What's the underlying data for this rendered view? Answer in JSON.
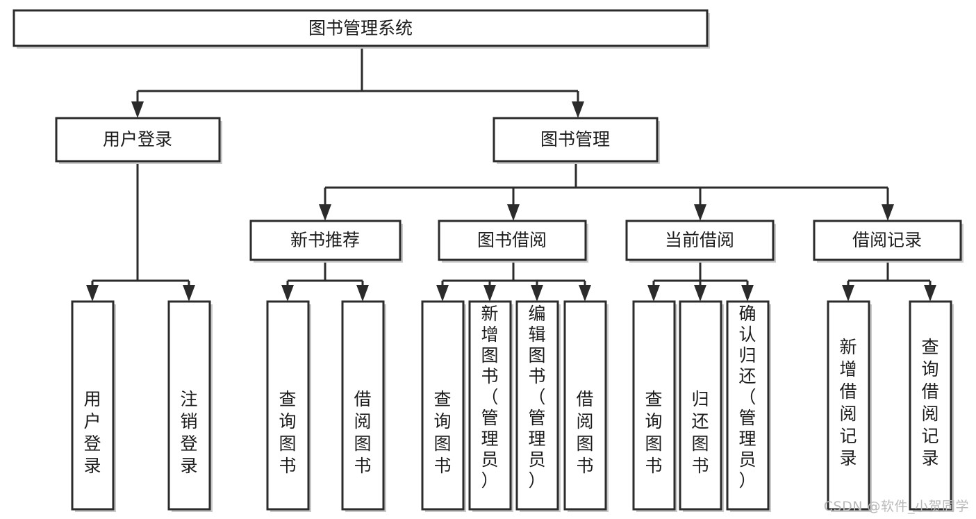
{
  "diagram": {
    "title": "图书管理系统",
    "type": "tree",
    "nodes": {
      "root": {
        "label": "图书管理系统",
        "orientation": "horizontal"
      },
      "level2": [
        {
          "id": "user-login",
          "label": "用户登录",
          "orientation": "horizontal"
        },
        {
          "id": "book-manage",
          "label": "图书管理",
          "orientation": "horizontal"
        }
      ],
      "level3": [
        {
          "id": "new-book-recommend",
          "label": "新书推荐",
          "orientation": "horizontal"
        },
        {
          "id": "book-borrow",
          "label": "图书借阅",
          "orientation": "horizontal"
        },
        {
          "id": "current-borrow",
          "label": "当前借阅",
          "orientation": "horizontal"
        },
        {
          "id": "borrow-record",
          "label": "借阅记录",
          "orientation": "horizontal"
        }
      ],
      "leaves": [
        {
          "id": "leaf-user-login",
          "label": "用户登录",
          "parent": "user-login",
          "orientation": "vertical"
        },
        {
          "id": "leaf-user-logout",
          "label": "注销登录",
          "parent": "user-login",
          "orientation": "vertical"
        },
        {
          "id": "leaf-query-book-1",
          "label": "查询图书",
          "parent": "new-book-recommend",
          "orientation": "vertical"
        },
        {
          "id": "leaf-borrow-book-1",
          "label": "借阅图书",
          "parent": "new-book-recommend",
          "orientation": "vertical"
        },
        {
          "id": "leaf-query-book-2",
          "label": "查询图书",
          "parent": "book-borrow",
          "orientation": "vertical"
        },
        {
          "id": "leaf-add-book",
          "label": "新增图书（管理员）",
          "parent": "book-borrow",
          "orientation": "vertical"
        },
        {
          "id": "leaf-edit-book",
          "label": "编辑图书（管理员）",
          "parent": "book-borrow",
          "orientation": "vertical"
        },
        {
          "id": "leaf-borrow-book-2",
          "label": "借阅图书",
          "parent": "book-borrow",
          "orientation": "vertical"
        },
        {
          "id": "leaf-query-book-3",
          "label": "查询图书",
          "parent": "current-borrow",
          "orientation": "vertical"
        },
        {
          "id": "leaf-return-book",
          "label": "归还图书",
          "parent": "current-borrow",
          "orientation": "vertical"
        },
        {
          "id": "leaf-confirm-return",
          "label": "确认归还（管理员）",
          "parent": "current-borrow",
          "orientation": "vertical"
        },
        {
          "id": "leaf-add-record",
          "label": "新增借阅记录",
          "parent": "borrow-record",
          "orientation": "vertical"
        },
        {
          "id": "leaf-query-record",
          "label": "查询借阅记录",
          "parent": "borrow-record",
          "orientation": "vertical"
        }
      ]
    },
    "colors": {
      "stroke": "#2b2b2b",
      "fill": "#ffffff",
      "text": "#1c1c1c",
      "shadow": "#c9c9c9",
      "watermark": "#b9b9b9",
      "background": "#ffffff"
    }
  },
  "watermark": {
    "text": "CSDN @软件_小贺同学"
  }
}
